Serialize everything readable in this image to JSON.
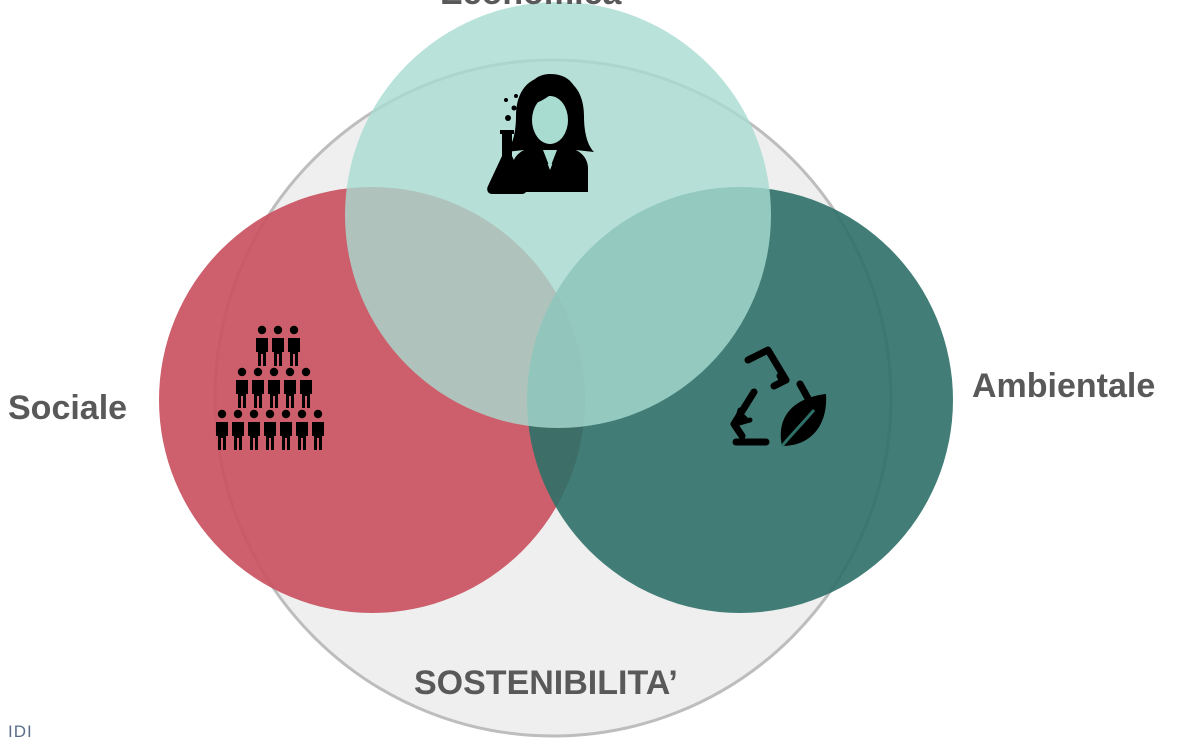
{
  "labels": {
    "top": "Economica",
    "social": "Sociale",
    "environmental": "Ambientale",
    "center": "SOSTENIBILITA’",
    "footer": "IDI"
  },
  "colors": {
    "outer_circle_fill": "#efefef",
    "outer_circle_stroke": "#bdbdbd",
    "top_circle": "#a8dcd1",
    "social_circle": "#c9535f",
    "environmental_circle": "#2e7068",
    "icon": "#000000",
    "text": "#595959"
  },
  "icons": {
    "top": "scientist-icon",
    "social": "people-crowd-icon",
    "environmental": "recycle-leaf-icon"
  }
}
